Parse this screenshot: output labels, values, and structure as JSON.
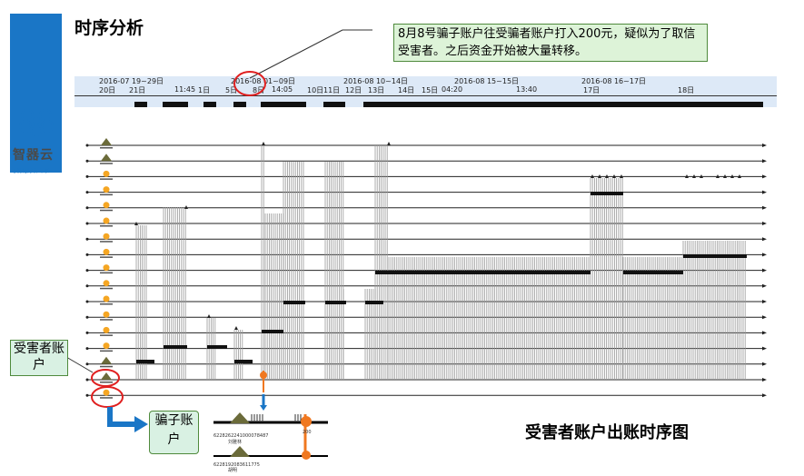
{
  "page": {
    "title": "时序分析",
    "brand": "智器云",
    "brand_subtitle": "可视化分析专家",
    "callout_text": "8月8号骗子账户往受骗者账户打入200元，疑似为了取信受害者。之后资金开始被大量转移。",
    "victim_label": "受害者账户",
    "fraudster_label": "骗子账户",
    "caption": "受害者账户出账时序图"
  },
  "timeline": {
    "range_labels": [
      "2016-07 19~29日",
      "2016-08 01~09日",
      "2016-08 10~14日",
      "2016-08 15~15日",
      "2016-08 16~17日"
    ],
    "tick_labels": [
      "20日",
      "21日",
      "11:45",
      "1日",
      "5日",
      "8日",
      "14:05",
      "10日",
      "11日",
      "12日",
      "13日",
      "14日",
      "15日",
      "04:20",
      "13:40",
      "17日",
      "18日"
    ]
  },
  "inset": {
    "account_1": "6228262241000078487",
    "name_1": "刘雅林",
    "account_2": "6228192083611775",
    "name_2": "胡明",
    "amount": "200"
  },
  "colors": {
    "accent_blue": "#1a76c6",
    "highlight_red": "#e02020",
    "arrow_orange": "#f07820",
    "callout_green": "#ddf3d8",
    "timeline_bg": "#dde9f7"
  }
}
